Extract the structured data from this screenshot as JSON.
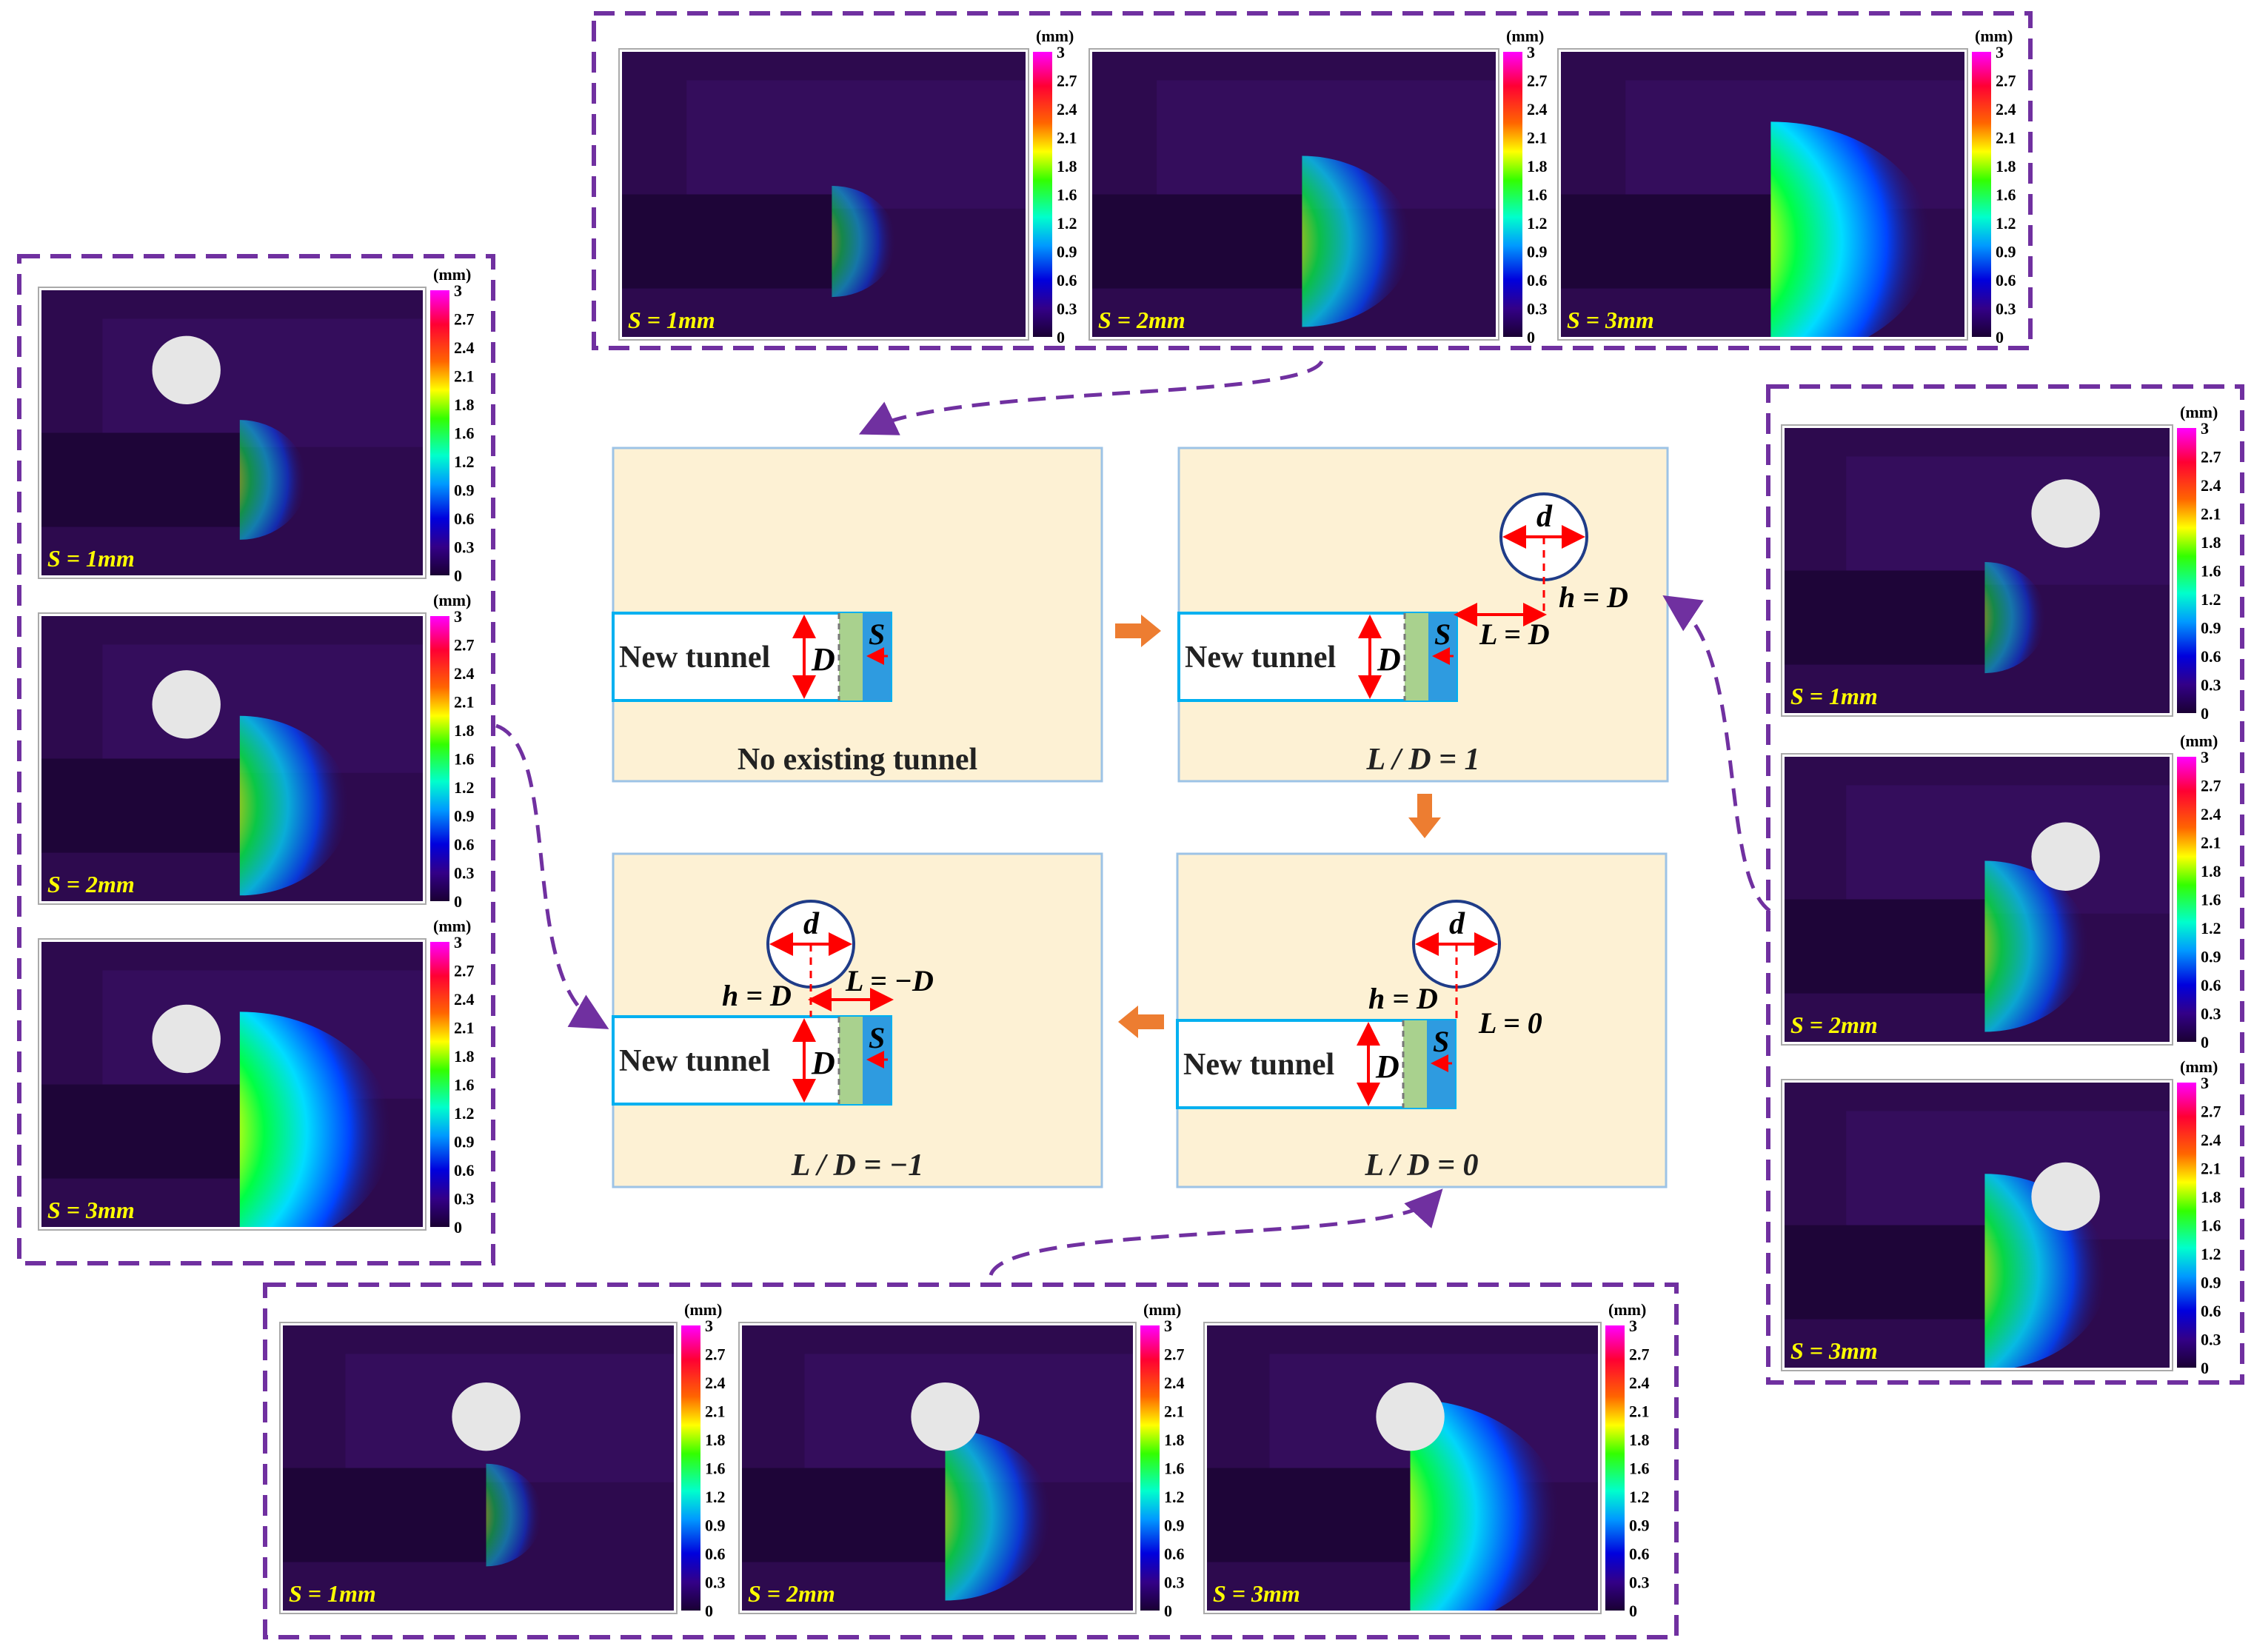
{
  "scenarios": {
    "no_existing": {
      "caption": "No existing tunnel"
    },
    "ld_1": {
      "caption": "L / D = 1",
      "h_label": "h = D",
      "L_label": "L = D"
    },
    "ld_0": {
      "caption": "L / D = 0",
      "h_label": "h = D",
      "L_label": "L = 0"
    },
    "ld_neg1": {
      "caption": "L / D = −1",
      "h_label": "h = D",
      "L_label": "L = −D"
    }
  },
  "tunnel": {
    "new_label": "New tunnel",
    "D": "D",
    "S": "S",
    "d": "d"
  },
  "colorbar": {
    "unit": "(mm)",
    "ticks": [
      "3",
      "2.7",
      "2.4",
      "2.1",
      "1.8",
      "1.6",
      "1.2",
      "0.9",
      "0.6",
      "0.3",
      "0"
    ],
    "colors": [
      "#ff00ff",
      "#ff0000",
      "#ff8800",
      "#ffff00",
      "#00ff00",
      "#00ffff",
      "#0066ff",
      "#0000cc",
      "#330066",
      "#1a0033"
    ]
  },
  "groups": [
    {
      "id": "top",
      "scenario": "no_existing",
      "panels": [
        "S = 1mm",
        "S = 2mm",
        "S = 3mm"
      ],
      "intensity": [
        0.25,
        0.6,
        1.0
      ]
    },
    {
      "id": "left",
      "scenario": "ld_neg1",
      "panels": [
        "S = 1mm",
        "S = 2mm",
        "S = 3mm"
      ],
      "intensity": [
        0.3,
        0.65,
        1.0
      ]
    },
    {
      "id": "right",
      "scenario": "ld_1",
      "panels": [
        "S = 1mm",
        "S = 2mm",
        "S = 3mm"
      ],
      "intensity": [
        0.25,
        0.6,
        0.75
      ]
    },
    {
      "id": "bottom",
      "scenario": "ld_0",
      "panels": [
        "S = 1mm",
        "S = 2mm",
        "S = 3mm"
      ],
      "intensity": [
        0.2,
        0.6,
        0.95
      ]
    }
  ],
  "colors": {
    "group_border": "#7030a0",
    "scenario_bg": "#fdf1d4",
    "arrow": "#ed7d31",
    "dim_red": "#ff0000",
    "field_bg": "#2d0a4e",
    "label_yellow": "#ffff00"
  }
}
